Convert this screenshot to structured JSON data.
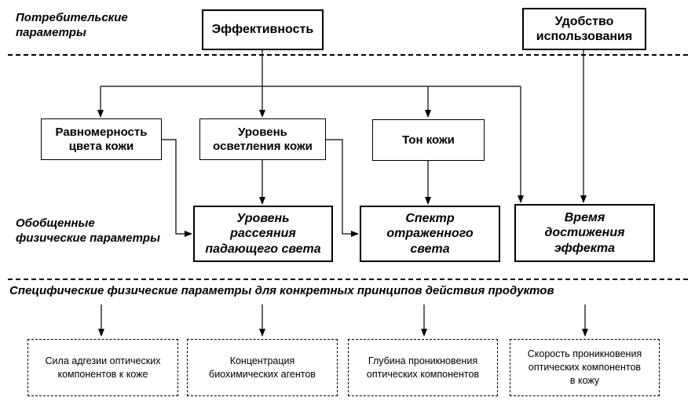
{
  "levels": {
    "consumer": "Потребительские\nпараметры",
    "generalized": "Обобщенные\nфизические параметры",
    "specific": "Специфические физические параметры для конкретных принципов действия продуктов"
  },
  "nodes": {
    "effectiveness": "Эффективность",
    "convenience": "Удобство\nиспользования",
    "color_uniformity": "Равномерность\nцвета кожи",
    "lightening_level": "Уровень\nосветления кожи",
    "skin_tone": "Тон кожи",
    "scattering_level": "Уровень\nрассеяния\nпадающего света",
    "reflected_spectrum": "Спектр\nотраженного\nсвета",
    "effect_time": "Время\nдостижения\nэффекта",
    "adhesion_force": "Сила адгезии оптических\nкомпонентов к коже",
    "agents_concentration": "Концентрация\nбиохимических агентов",
    "penetration_depth": "Глубина проникновения\nоптических компонентов",
    "penetration_speed": "Скорость проникновения\nоптических компонентов\nв кожу"
  }
}
